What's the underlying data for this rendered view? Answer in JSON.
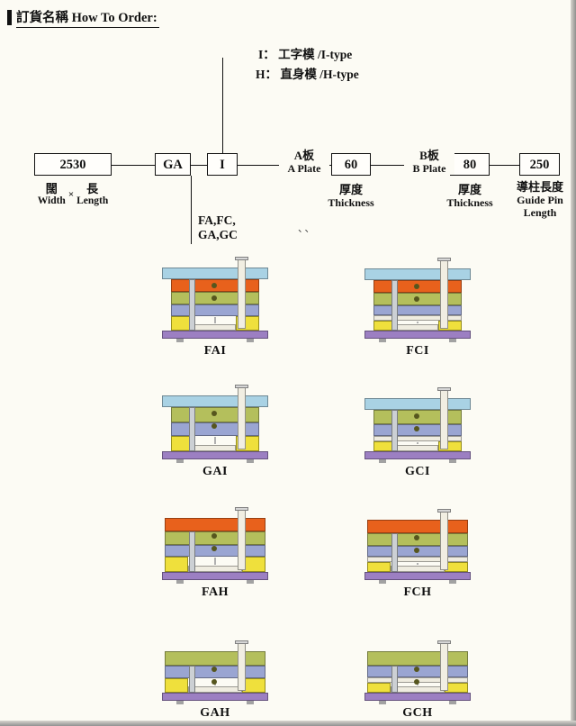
{
  "header": {
    "title_cjk": "訂貨名稱",
    "title_en": "How To Order:"
  },
  "diagram": {
    "legend": [
      "I： 工字模 /I-type",
      "H： 直身模 /H-type"
    ],
    "codes": {
      "size": "2530",
      "series": "GA",
      "type": "I",
      "a_thickness": "60",
      "b_thickness": "80",
      "pin_length": "250"
    },
    "labels": {
      "width_cjk": "闊",
      "length_cjk": "長",
      "times": "×",
      "width_en": "Width",
      "length_en": "Length",
      "series_options_line1": "FA,FC,",
      "series_options_line2": "GA,GC",
      "a_plate_cjk": "A板",
      "a_plate_en": "A Plate",
      "b_plate_cjk": "B板",
      "b_plate_en": "B Plate",
      "thickness_cjk": "厚度",
      "thickness_en": "Thickness",
      "pin_cjk": "導柱長度",
      "pin_en1": "Guide Pin",
      "pin_en2": "Length"
    },
    "stray_marks": "、、"
  },
  "colors": {
    "blue": "#a9d2e4",
    "orange": "#e8611c",
    "olive": "#b4bf5c",
    "lavender": "#9aa5d2",
    "yellow": "#efe03c",
    "white": "#efece0",
    "purple": "#9c7fc2",
    "pin_gray": "#ccd0d4",
    "pin_ivory": "#f1eee2"
  },
  "molds": [
    {
      "label": "FAI",
      "layers": [
        {
          "c": "blue",
          "i": 0,
          "h": 13
        },
        {
          "c": "orange",
          "i": 10,
          "h": 14
        },
        {
          "c": "olive",
          "i": 10,
          "h": 14
        },
        {
          "c": "lavender",
          "i": 10,
          "h": 13
        },
        {
          "c": "yellow",
          "i": 10,
          "h": 16,
          "split": true
        },
        {
          "c": "purple",
          "i": 0,
          "h": 9
        }
      ]
    },
    {
      "label": "FCI",
      "layers": [
        {
          "c": "blue",
          "i": 0,
          "h": 13
        },
        {
          "c": "orange",
          "i": 10,
          "h": 14
        },
        {
          "c": "olive",
          "i": 10,
          "h": 14
        },
        {
          "c": "lavender",
          "i": 10,
          "h": 11
        },
        {
          "c": "white",
          "i": 10,
          "h": 6
        },
        {
          "c": "yellow",
          "i": 10,
          "h": 11,
          "split": true
        },
        {
          "c": "purple",
          "i": 0,
          "h": 9
        }
      ]
    },
    {
      "label": "GAI",
      "layers": [
        {
          "c": "blue",
          "i": 0,
          "h": 13
        },
        {
          "c": "olive",
          "i": 10,
          "h": 17
        },
        {
          "c": "lavender",
          "i": 10,
          "h": 15
        },
        {
          "c": "yellow",
          "i": 10,
          "h": 17,
          "split": true
        },
        {
          "c": "purple",
          "i": 0,
          "h": 9
        }
      ]
    },
    {
      "label": "GCI",
      "layers": [
        {
          "c": "blue",
          "i": 0,
          "h": 13
        },
        {
          "c": "olive",
          "i": 10,
          "h": 16
        },
        {
          "c": "lavender",
          "i": 10,
          "h": 13
        },
        {
          "c": "white",
          "i": 10,
          "h": 6
        },
        {
          "c": "yellow",
          "i": 10,
          "h": 11,
          "split": true
        },
        {
          "c": "purple",
          "i": 0,
          "h": 9
        }
      ]
    },
    {
      "label": "FAH",
      "layers": [
        {
          "c": "orange",
          "i": 3,
          "h": 15
        },
        {
          "c": "olive",
          "i": 3,
          "h": 15
        },
        {
          "c": "lavender",
          "i": 3,
          "h": 13
        },
        {
          "c": "yellow",
          "i": 3,
          "h": 17,
          "split": true
        },
        {
          "c": "purple",
          "i": 0,
          "h": 9
        }
      ]
    },
    {
      "label": "FCH",
      "layers": [
        {
          "c": "orange",
          "i": 3,
          "h": 15
        },
        {
          "c": "olive",
          "i": 3,
          "h": 14
        },
        {
          "c": "lavender",
          "i": 3,
          "h": 12
        },
        {
          "c": "white",
          "i": 3,
          "h": 6
        },
        {
          "c": "yellow",
          "i": 3,
          "h": 11,
          "split": true
        },
        {
          "c": "purple",
          "i": 0,
          "h": 9
        }
      ]
    },
    {
      "label": "GAH",
      "layers": [
        {
          "c": "olive",
          "i": 3,
          "h": 16
        },
        {
          "c": "lavender",
          "i": 3,
          "h": 14
        },
        {
          "c": "yellow",
          "i": 3,
          "h": 16,
          "split": true
        },
        {
          "c": "purple",
          "i": 0,
          "h": 9
        }
      ]
    },
    {
      "label": "GCH",
      "layers": [
        {
          "c": "olive",
          "i": 3,
          "h": 16
        },
        {
          "c": "lavender",
          "i": 3,
          "h": 13
        },
        {
          "c": "white",
          "i": 3,
          "h": 6
        },
        {
          "c": "yellow",
          "i": 3,
          "h": 11,
          "split": true
        },
        {
          "c": "purple",
          "i": 0,
          "h": 9
        }
      ]
    }
  ]
}
